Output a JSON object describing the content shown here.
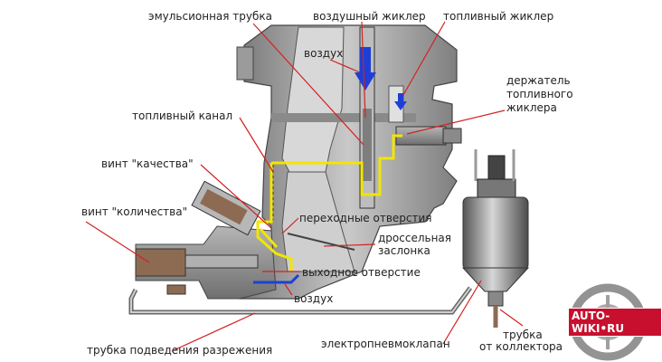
{
  "labels": {
    "emulsion_tube": "эмульсионная трубка",
    "air_jet": "воздушный жиклер",
    "fuel_jet": "топливный жиклер",
    "air_top": "воздух",
    "jet_holder_1": "держатель",
    "jet_holder_2": "топливного",
    "jet_holder_3": "жиклера",
    "fuel_channel": "топливный канал",
    "quality_screw": "винт \"качества\"",
    "quantity_screw": "винт \"количества\"",
    "transition_holes": "переходные отверстия",
    "throttle_1": "дроссельная",
    "throttle_2": "заслонка",
    "outlet_hole": "выходное отверстие",
    "air_bottom": "воздух",
    "vacuum_tube": "трубка подведения разрежения",
    "solenoid_valve": "электропневмоклапан",
    "collector_tube_1": "трубка",
    "collector_tube_2": "от коллектора"
  },
  "watermark": "AUTO-WIKI•RU",
  "colors": {
    "fuel": "#f2e600",
    "air": "#1e3fd6",
    "leader": "#d42020",
    "body": "#9a9a9a"
  }
}
